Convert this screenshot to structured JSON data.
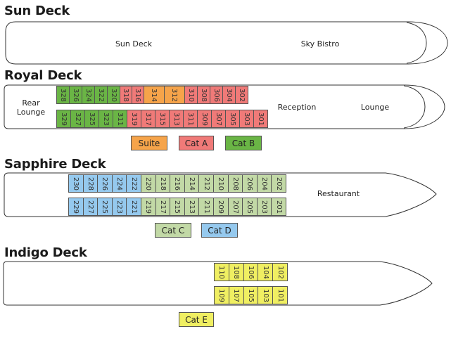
{
  "colors": {
    "suite": "#f6a44a",
    "cat_a": "#f07a78",
    "cat_b": "#6ab545",
    "cat_c": "#c2d9a6",
    "cat_d": "#95c9ee",
    "cat_e": "#f0ef62"
  },
  "sun_deck": {
    "title": "Sun Deck",
    "label_sun": "Sun Deck",
    "label_bistro": "Sky Bistro"
  },
  "royal_deck": {
    "title": "Royal Deck",
    "rear_lounge": "Rear\nLounge",
    "reception": "Reception",
    "lounge": "Lounge",
    "top_row": [
      {
        "n": "328",
        "cat": "cat_b"
      },
      {
        "n": "326",
        "cat": "cat_b"
      },
      {
        "n": "324",
        "cat": "cat_b"
      },
      {
        "n": "322",
        "cat": "cat_b"
      },
      {
        "n": "320",
        "cat": "cat_b"
      },
      {
        "n": "318",
        "cat": "cat_a"
      },
      {
        "n": "316",
        "cat": "cat_a"
      },
      {
        "n": "314",
        "cat": "suite"
      },
      {
        "n": "312",
        "cat": "suite"
      },
      {
        "n": "310",
        "cat": "cat_a"
      },
      {
        "n": "308",
        "cat": "cat_a"
      },
      {
        "n": "306",
        "cat": "cat_a"
      },
      {
        "n": "304",
        "cat": "cat_a"
      },
      {
        "n": "302",
        "cat": "cat_a"
      }
    ],
    "bottom_row": [
      {
        "n": "329",
        "cat": "cat_b"
      },
      {
        "n": "327",
        "cat": "cat_b"
      },
      {
        "n": "325",
        "cat": "cat_b"
      },
      {
        "n": "323",
        "cat": "cat_b"
      },
      {
        "n": "311",
        "cat": "cat_b"
      },
      {
        "n": "319",
        "cat": "cat_a"
      },
      {
        "n": "317",
        "cat": "cat_a"
      },
      {
        "n": "315",
        "cat": "cat_a"
      },
      {
        "n": "313",
        "cat": "cat_a"
      },
      {
        "n": "311",
        "cat": "cat_a"
      },
      {
        "n": "309",
        "cat": "cat_a"
      },
      {
        "n": "307",
        "cat": "cat_a"
      },
      {
        "n": "305",
        "cat": "cat_a"
      },
      {
        "n": "303",
        "cat": "cat_a"
      },
      {
        "n": "301",
        "cat": "cat_a"
      }
    ],
    "legend": [
      {
        "label": "Suite",
        "cat": "suite"
      },
      {
        "label": "Cat A",
        "cat": "cat_a"
      },
      {
        "label": "Cat B",
        "cat": "cat_b"
      }
    ]
  },
  "sapphire_deck": {
    "title": "Sapphire Deck",
    "restaurant": "Restaurant",
    "top_row": [
      {
        "n": "230",
        "cat": "cat_d"
      },
      {
        "n": "228",
        "cat": "cat_d"
      },
      {
        "n": "226",
        "cat": "cat_d"
      },
      {
        "n": "224",
        "cat": "cat_d"
      },
      {
        "n": "222",
        "cat": "cat_d"
      },
      {
        "n": "220",
        "cat": "cat_c"
      },
      {
        "n": "218",
        "cat": "cat_c"
      },
      {
        "n": "216",
        "cat": "cat_c"
      },
      {
        "n": "214",
        "cat": "cat_c"
      },
      {
        "n": "212",
        "cat": "cat_c"
      },
      {
        "n": "210",
        "cat": "cat_c"
      },
      {
        "n": "208",
        "cat": "cat_c"
      },
      {
        "n": "206",
        "cat": "cat_c"
      },
      {
        "n": "204",
        "cat": "cat_c"
      },
      {
        "n": "202",
        "cat": "cat_c"
      }
    ],
    "bottom_row": [
      {
        "n": "229",
        "cat": "cat_d"
      },
      {
        "n": "227",
        "cat": "cat_d"
      },
      {
        "n": "225",
        "cat": "cat_d"
      },
      {
        "n": "223",
        "cat": "cat_d"
      },
      {
        "n": "221",
        "cat": "cat_d"
      },
      {
        "n": "219",
        "cat": "cat_c"
      },
      {
        "n": "217",
        "cat": "cat_c"
      },
      {
        "n": "215",
        "cat": "cat_c"
      },
      {
        "n": "213",
        "cat": "cat_c"
      },
      {
        "n": "211",
        "cat": "cat_c"
      },
      {
        "n": "209",
        "cat": "cat_c"
      },
      {
        "n": "207",
        "cat": "cat_c"
      },
      {
        "n": "205",
        "cat": "cat_c"
      },
      {
        "n": "203",
        "cat": "cat_c"
      },
      {
        "n": "201",
        "cat": "cat_c"
      }
    ],
    "legend": [
      {
        "label": "Cat C",
        "cat": "cat_c"
      },
      {
        "label": "Cat D",
        "cat": "cat_d"
      }
    ]
  },
  "indigo_deck": {
    "title": "Indigo Deck",
    "top_row": [
      {
        "n": "110",
        "cat": "cat_e"
      },
      {
        "n": "108",
        "cat": "cat_e"
      },
      {
        "n": "106",
        "cat": "cat_e"
      },
      {
        "n": "104",
        "cat": "cat_e"
      },
      {
        "n": "102",
        "cat": "cat_e"
      }
    ],
    "bottom_row": [
      {
        "n": "109",
        "cat": "cat_e"
      },
      {
        "n": "107",
        "cat": "cat_e"
      },
      {
        "n": "105",
        "cat": "cat_e"
      },
      {
        "n": "103",
        "cat": "cat_e"
      },
      {
        "n": "101",
        "cat": "cat_e"
      }
    ],
    "legend": [
      {
        "label": "Cat E",
        "cat": "cat_e"
      }
    ]
  }
}
